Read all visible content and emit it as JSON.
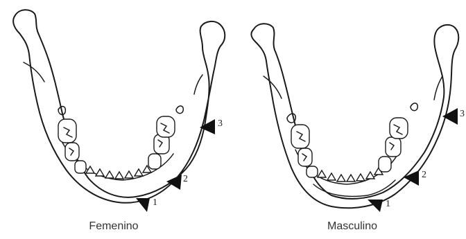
{
  "captions": {
    "female": "Femenino",
    "male": "Masculino"
  },
  "markers": {
    "female": [
      "1",
      "2",
      "3"
    ],
    "male": [
      "1",
      "2",
      "3"
    ]
  }
}
